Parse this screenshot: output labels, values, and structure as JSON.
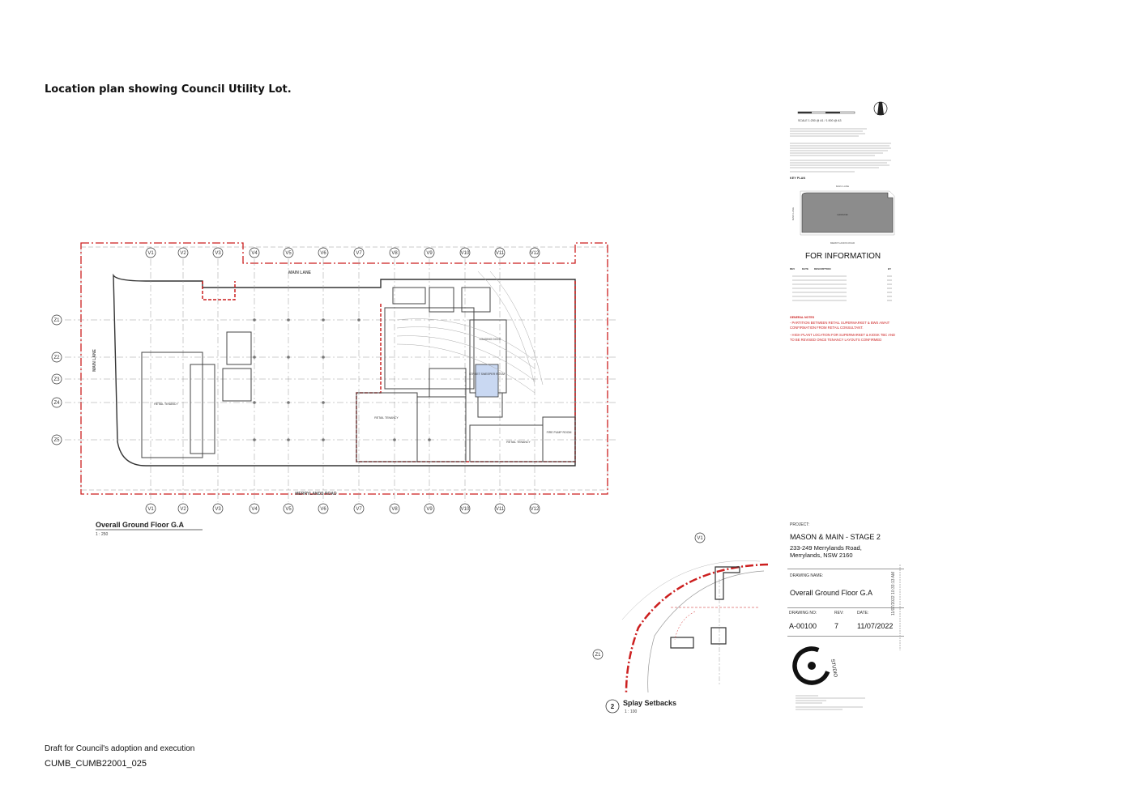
{
  "page": {
    "heading": "Location plan showing Council Utility Lot",
    "footer_line1": "Draft for Council's adoption and execution",
    "footer_line2": "CUMB_CUMB22001_025"
  },
  "plan": {
    "view_title": "Overall Ground Floor G.A",
    "view_scale": "1 : 250",
    "street_top": "MAIN LANE",
    "street_left": "MAIN LANE",
    "street_bottom": "MERRYLANDS ROAD",
    "grid_cols": [
      "V1",
      "V2",
      "V3",
      "V4",
      "V5",
      "V6",
      "V7",
      "V8",
      "V9",
      "V10",
      "V11",
      "V12"
    ],
    "grid_rows": [
      "Z1",
      "Z2",
      "Z3",
      "Z4",
      "Z5"
    ],
    "rooms": [
      {
        "label": "RETAIL TENANCY"
      },
      {
        "label": "LOADING DOCK"
      },
      {
        "label": "FIRE PUMP ROOM"
      },
      {
        "label": "STREET SWEEPER ROOM"
      },
      {
        "label": "RETAIL TENANCY"
      },
      {
        "label": "RETAIL TENANCY"
      }
    ]
  },
  "detail": {
    "number": "2",
    "title": "Splay Setbacks",
    "scale": "1 : 100",
    "grid_col": "V1",
    "grid_row": "Z1"
  },
  "title_block": {
    "scale_label": "SCALE 1:250 @ A1 / 1:500 @ A3",
    "key_plan_label": "KEY PLAN",
    "key_plan_top": "MAIN LANE",
    "key_plan_bottom": "MERRYLANDS ROAD",
    "key_plan_side": "MAIN LANE",
    "key_plan_inner": "GROUND",
    "status": "FOR INFORMATION",
    "rev_headers": [
      "REV",
      "DATE",
      "DESCRIPTION",
      "BY"
    ],
    "general_notes_title": "GENERAL NOTES",
    "general_notes": [
      "- PARTITION BETWEEN RETAIL SUPERMARKET & BWS AWAIT CONFIRMATION FROM RETAIL CONSULTANT.",
      "- HIGH PLANT LOCATION FOR SUPERMARKET & KIOSK TBC AND TO BE REVISED ONCE TENANCY LAYOUTS CONFIRMED"
    ],
    "project_label": "PROJECT:",
    "project_name": "MASON & MAIN - STAGE 2",
    "address_line1": "233-249 Merrylands Road,",
    "address_line2": "Merrylands, NSW 2160",
    "drawing_name_label": "DRAWING NAME:",
    "drawing_name": "Overall Ground Floor G.A",
    "drawing_no_label": "DRAWING NO:",
    "rev_label": "REV:",
    "date_label": "DATE:",
    "drawing_no": "A-00100",
    "rev": "7",
    "date": "11/07/2022",
    "logo_text": "STUDIO",
    "side_stamp": "11/07/2022 10:33:13 AM"
  },
  "colors": {
    "boundary_red": "#cc1f1f",
    "line_dark": "#333333",
    "line_light": "#9a9a9a",
    "keyplan_fill": "#8c8c8c",
    "sweeper_fill": "#c9d8f2"
  }
}
